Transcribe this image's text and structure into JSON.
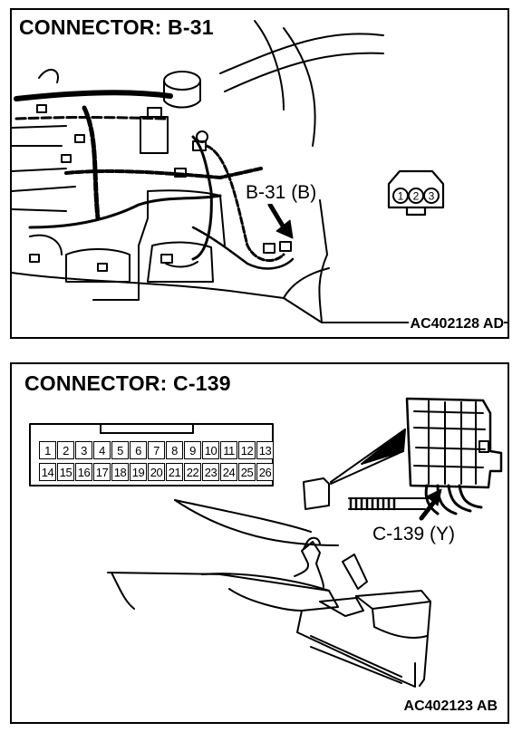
{
  "panels": [
    {
      "title": "CONNECTOR: B-31",
      "connector_label": "B-31 (B)",
      "pin_numbers": [
        "1",
        "2",
        "3"
      ],
      "figure_code": "AC402128 AD"
    },
    {
      "title": "CONNECTOR: C-139",
      "connector_label": "C-139 (Y)",
      "pin_rows": [
        [
          "1",
          "2",
          "3",
          "4",
          "5",
          "6",
          "7",
          "8",
          "9",
          "10",
          "11",
          "12",
          "13"
        ],
        [
          "14",
          "15",
          "16",
          "17",
          "18",
          "19",
          "20",
          "21",
          "22",
          "23",
          "24",
          "25",
          "26"
        ]
      ],
      "figure_code": "AC402123 AB"
    }
  ]
}
